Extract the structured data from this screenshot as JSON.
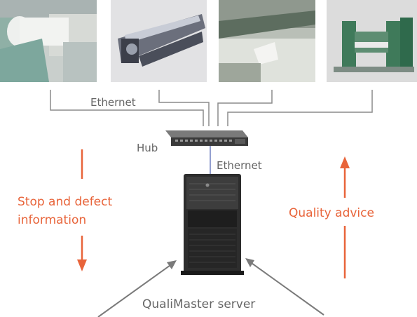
{
  "network": {
    "ethernet_top": "Ethernet",
    "hub": "Hub",
    "ethernet_side": "Ethernet"
  },
  "flows": {
    "stop_info_line1": "Stop and defect",
    "stop_info_line2": "information",
    "quality_advice": "Quality advice"
  },
  "server": {
    "label": "QualiMaster server"
  },
  "colors": {
    "accent": "#e8643a",
    "line": "#8c8c8c"
  }
}
